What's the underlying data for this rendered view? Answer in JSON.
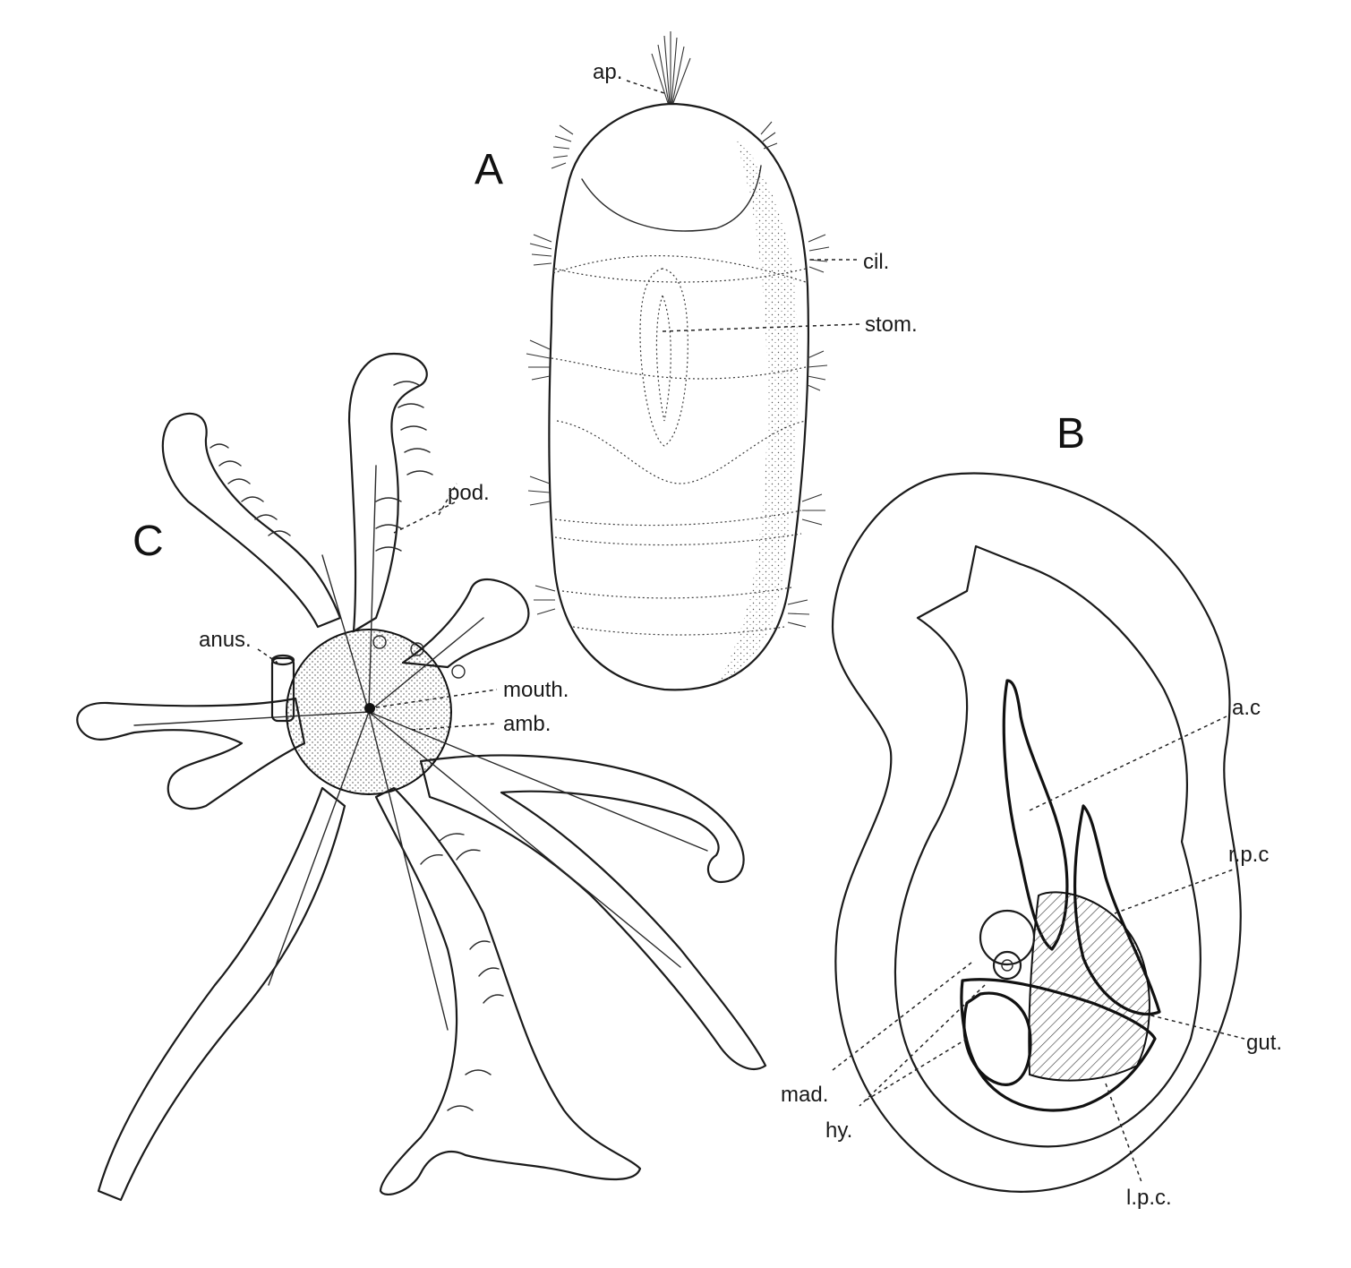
{
  "panels": {
    "a": {
      "letter": "A"
    },
    "b": {
      "letter": "B"
    },
    "c": {
      "letter": "C"
    }
  },
  "labels": {
    "ap": "ap.",
    "cil": "cil.",
    "stom": "stom.",
    "pod": "pod.",
    "anus": "anus.",
    "mouth": "mouth.",
    "amb": "amb.",
    "ac": "a.c",
    "rpc": "r.p.c",
    "gut": "gut.",
    "mad": "mad.",
    "hy": "hy.",
    "lpc": "l.p.c."
  }
}
